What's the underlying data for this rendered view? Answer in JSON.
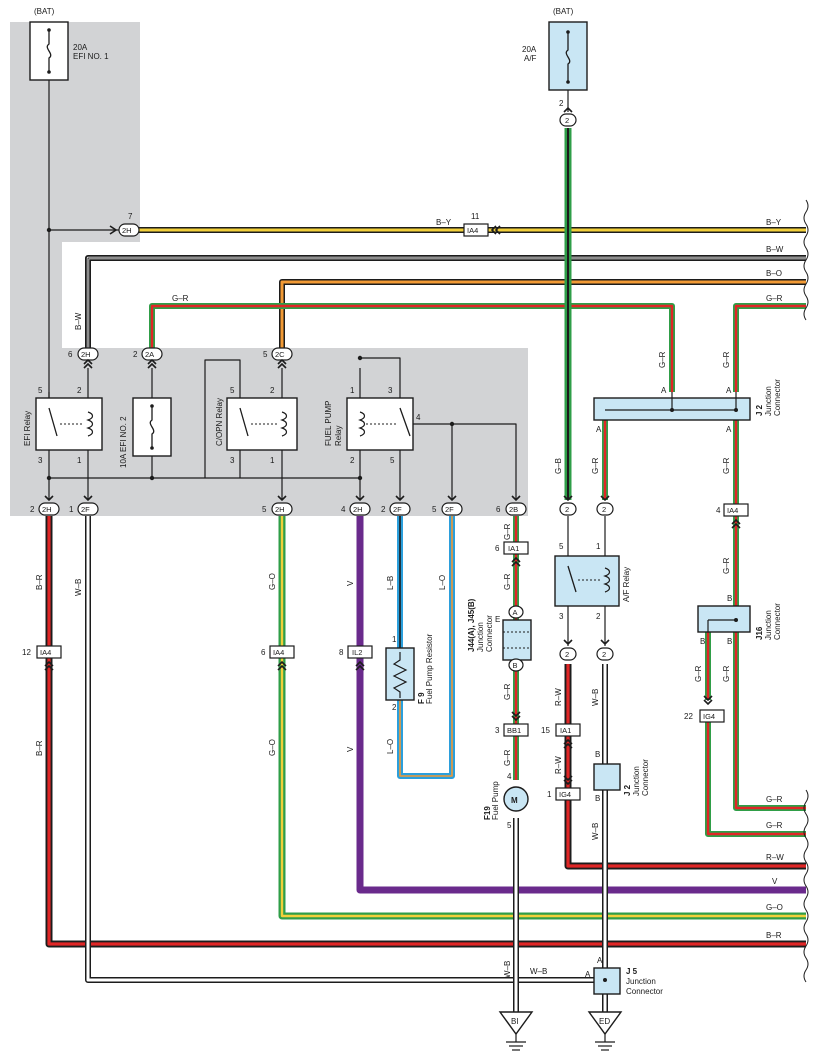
{
  "colors": {
    "panel_gray": "#d2d3d5",
    "component_blue": "#c9e6f4",
    "wire_black": "#1c1c1c",
    "wire_yellow": "#f2cf3a",
    "wire_green": "#2f9e48",
    "wire_orange": "#f29a35",
    "wire_red": "#e02626",
    "wire_white": "#ffffff",
    "wire_purple": "#6a2a8c",
    "wire_blue": "#2b9fdc"
  },
  "bat_labels": {
    "left": "(BAT)",
    "right": "(BAT)"
  },
  "fuses": {
    "efi1": {
      "amp": "20A",
      "name": "EFI NO. 1"
    },
    "af": {
      "amp": "20A",
      "name": "A/F"
    },
    "efi2": {
      "name": "10A EFI NO. 2"
    }
  },
  "relays": {
    "efi": "EFI Relay",
    "copn": "C/OPN Relay",
    "fuel_pump_1": "FUEL PUMP",
    "fuel_pump_2": "Relay",
    "af": "A/F Relay"
  },
  "components": {
    "f9_code": "F 9",
    "f9_name": "Fuel Pump Resistor",
    "f19_code": "F19",
    "f19_name": "Fuel Pump",
    "motor_symbol": "M",
    "j44_code": "J44(A), J45(B)",
    "j44_name_1": "Junction",
    "j44_name_2": "Connector",
    "j2_code": "J 2",
    "j2_name_1": "Junction",
    "j2_name_2": "Connector",
    "j16_code": "J16",
    "j5_code": "J 5",
    "junction": "Junction",
    "connector": "Connector"
  },
  "grounds": {
    "bi": "BI",
    "ed": "ED"
  },
  "connectors": {
    "c2h": "2H",
    "c2a": "2A",
    "c2c": "2C",
    "c2f": "2F",
    "c2b": "2B",
    "c2": "2",
    "ia4": "IA4",
    "ia1": "IA1",
    "il2": "IL2",
    "bb1": "BB1",
    "ig4": "IG4",
    "ca": "A",
    "cb": "B"
  },
  "wire_codes": {
    "by": "B–Y",
    "bw": "B–W",
    "bo": "B–O",
    "gr": "G–R",
    "go": "G–O",
    "br": "B–R",
    "wb": "W–B",
    "v": "V",
    "lb": "L–B",
    "lo": "L–O",
    "gb": "G–B",
    "rw": "R–W"
  },
  "pins": {
    "p1": "1",
    "p2": "2",
    "p3": "3",
    "p4": "4",
    "p5": "5",
    "p6": "6",
    "p7": "7",
    "p8": "8",
    "p11": "11",
    "p12": "12",
    "p15": "15",
    "p22": "22",
    "pa": "A",
    "pb": "B",
    "pe": "E"
  }
}
